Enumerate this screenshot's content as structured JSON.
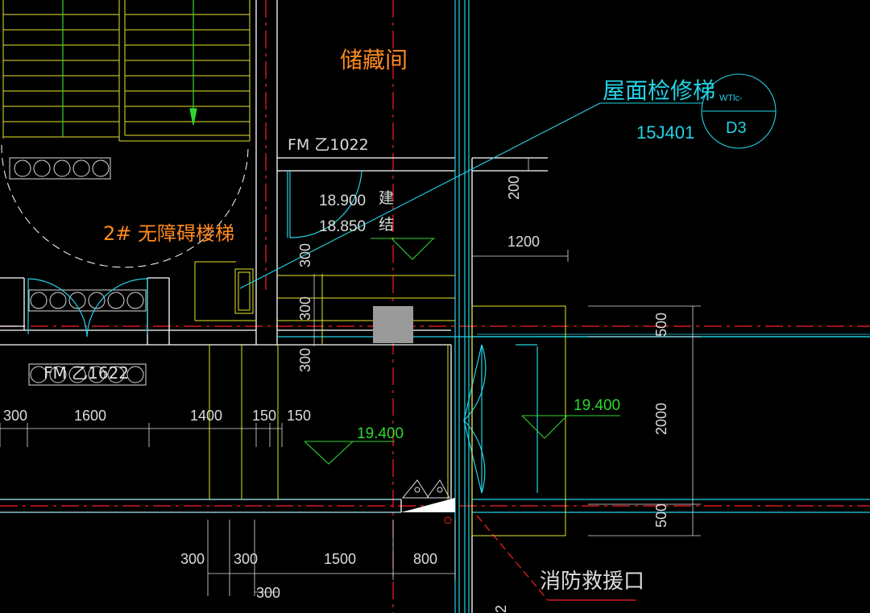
{
  "labels": {
    "storage_room": "储藏间",
    "roof_ladder": "屋面检修梯",
    "roof_ladder_ref": "15J401",
    "callout_top": "WTlc-",
    "callout_bottom": "D3",
    "door_fm1": "FM 乙1022",
    "elev_arch": "18.900",
    "elev_struct": "18.850",
    "arch_char": "建",
    "struct_char": "结",
    "stair_label": "2# 无障碍楼梯",
    "door_fm2": "FM 乙1622",
    "elev_roof_a": "19.400",
    "elev_roof_b": "19.400",
    "fire_rescue": "消防救援口"
  },
  "dimensions": {
    "d200": "200",
    "d1200": "1200",
    "d300_v1": "300",
    "d300_v2": "300",
    "d300_v3": "300",
    "d500_top": "500",
    "d2000": "2000",
    "d500_bottom": "500",
    "row_300a": "300",
    "row_1600": "1600",
    "row_1400": "1400",
    "row_150a": "150",
    "row_150b": "150",
    "bot_300a": "300",
    "bot_300b": "300",
    "bot_1500": "1500",
    "bot_800": "800",
    "bot_300c": "300",
    "edge_2": "2"
  },
  "colors": {
    "background": "#000000",
    "wall": "#ffffff",
    "axis": "#ff1e1e",
    "cyan": "#22d3e6",
    "yellow": "#e6e629",
    "green": "#2fd82f",
    "orange": "#ff8a1e",
    "gray": "#9a9a9a",
    "annotation": "#dcdcdc"
  }
}
